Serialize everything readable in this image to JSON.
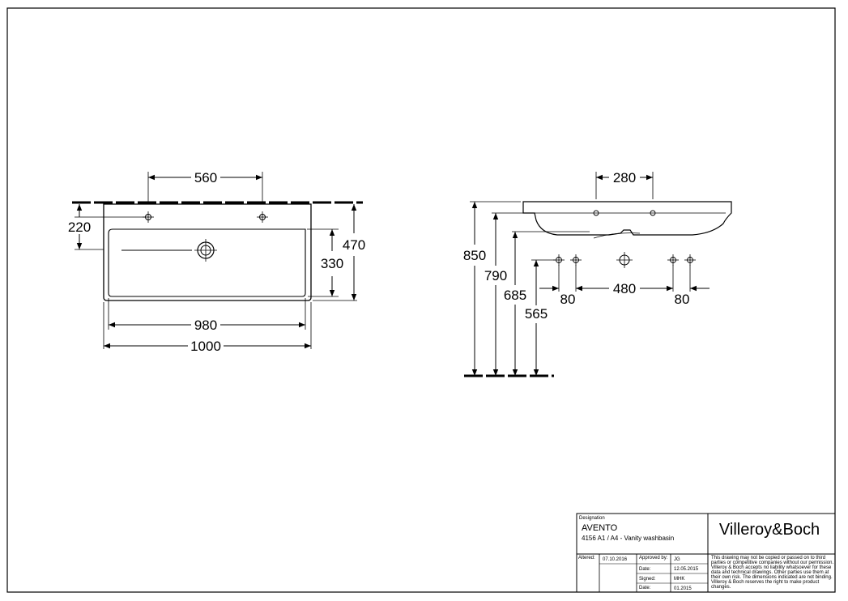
{
  "top_view": {
    "dim_tap_spacing": "560",
    "dim_tap_offset": "220",
    "dim_bowl_depth": "330",
    "dim_total_depth": "470",
    "dim_inner_width": "980",
    "dim_total_width": "1000"
  },
  "side_view": {
    "dim_tap_spacing": "280",
    "dim_rim_height": "850",
    "dim_underside_height": "790",
    "dim_trap_height": "685",
    "dim_supply_height": "565",
    "dim_left_offset": "80",
    "dim_supply_spacing": "480",
    "dim_right_offset": "80"
  },
  "title_block": {
    "designation_label": "Designation",
    "product_name": "AVENTO",
    "product_description": "4156 A1 / A4 - Vanity washbasin",
    "brand": "Villeroy&Boch",
    "altered_label": "Altered:",
    "altered_date": "07.10.2016",
    "approved_label": "Approved by:",
    "approved_value": "JG",
    "date_label_1": "Date:",
    "date_value_1": "12.05.2015",
    "signed_label": "Signed:",
    "signed_value": "MHK",
    "date_label_2": "Date:",
    "date_value_2": "01.2015",
    "disclaimer_lines": [
      "This drawing may not be copied or passed on to third",
      "parties or competitive companies without our permission.",
      "Villeroy & Boch accepts no liability whatsoever for these",
      "data and technical drawings. Other parties use them at",
      "their own risk. The dimensions indicated are not binding.",
      "Villeroy & Boch reserves the right to make product",
      "changes."
    ]
  }
}
